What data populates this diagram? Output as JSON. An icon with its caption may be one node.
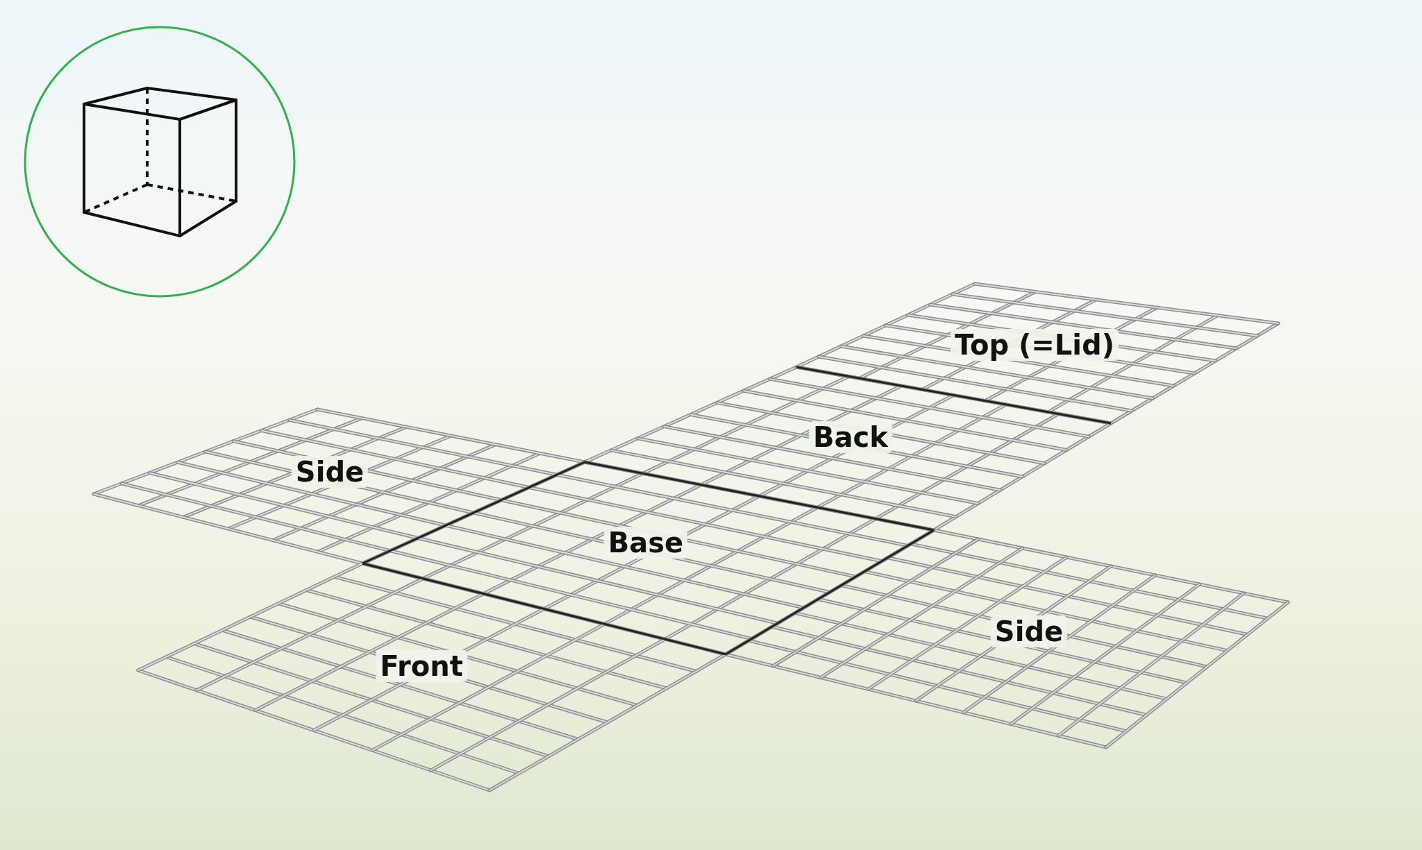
{
  "diagram": {
    "nodes": [
      {
        "text": [
          "Top (=Lid)"
        ]
      },
      {
        "text": [
          "Back"
        ]
      },
      {
        "text": [
          "Side"
        ]
      },
      {
        "text": [
          "Base"
        ]
      },
      {
        "text": [
          "Side"
        ]
      },
      {
        "text": [
          "Front"
        ]
      }
    ]
  }
}
